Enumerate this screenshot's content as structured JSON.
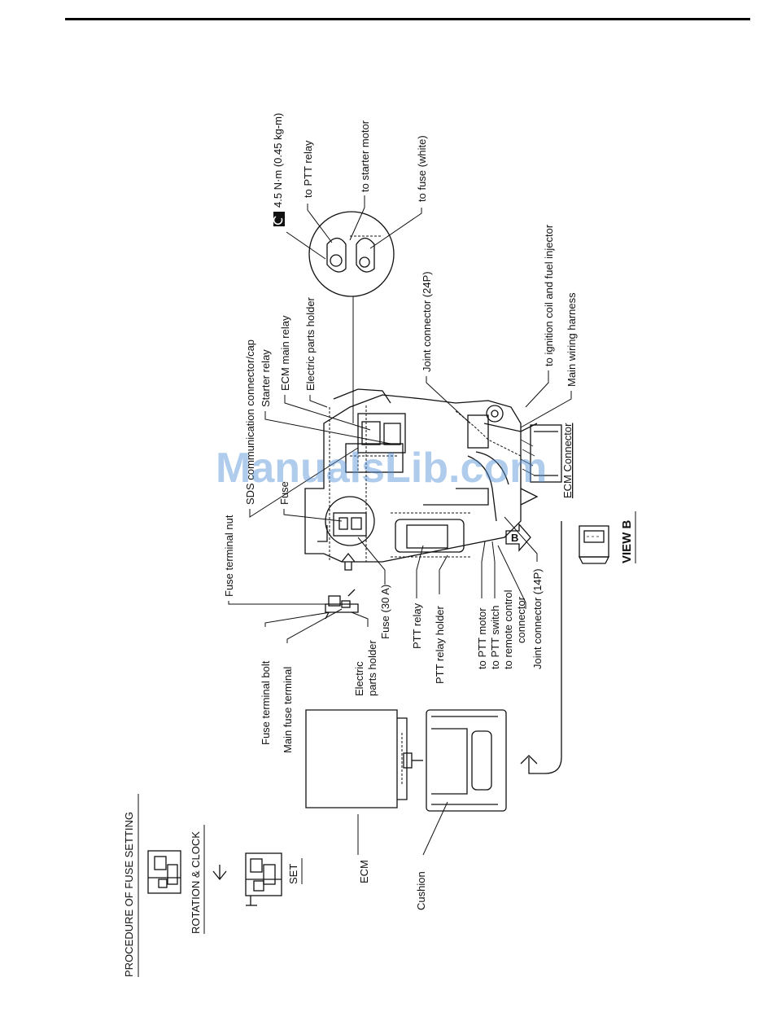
{
  "watermark": "ManualsLib.com",
  "procedure": {
    "title": "PROCEDURE OF FUSE SETTING",
    "step1": "ROTATION & CLOCK",
    "step2": "SET"
  },
  "labels": {
    "torque": "4.5 N·m (0.45 kg-m)",
    "to_ptt_relay": "to PTT relay",
    "to_starter_motor": "to starter motor",
    "to_fuse_white": "to fuse (white)",
    "to_ignition": "to ignition coil and fuel injector",
    "main_wiring_harness": "Main wiring harness",
    "joint_connector_24p": "Joint connector (24P)",
    "electric_parts_holder_top": "Electric parts holder",
    "ecm_main_relay": "ECM main relay",
    "starter_relay": "Starter relay",
    "sds_connector": "SDS communication connector/cap",
    "fuse": "Fuse",
    "fuse_terminal_nut": "Fuse terminal nut",
    "ecm_connector": "ECM Connector",
    "fuse_terminal_bolt": "Fuse terminal bolt",
    "main_fuse_terminal": "Main fuse terminal",
    "electric_parts_holder_line1": "Electric",
    "electric_parts_holder_line2": "parts holder",
    "fuse_30a": "Fuse (30 A)",
    "ptt_relay": "PTT relay",
    "ptt_relay_holder": "PTT relay holder",
    "to_ptt_motor": "to PTT motor",
    "to_ptt_switch": "to PTT switch",
    "to_remote_control_line1": "to remote control",
    "to_remote_control_line2": "connector",
    "joint_connector_14p": "Joint connector (14P)",
    "view_b": "VIEW B",
    "view_b_marker": "B",
    "ecm": "ECM",
    "cushion": "Cushion"
  },
  "icons": [
    "torque-wrench-icon",
    "direction-arrow-icon"
  ]
}
